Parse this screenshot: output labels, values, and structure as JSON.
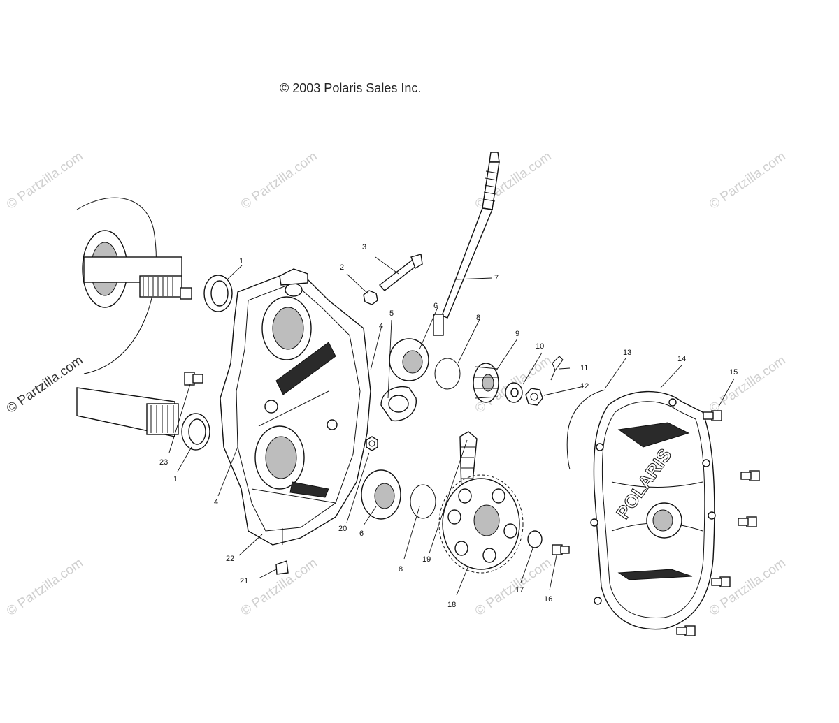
{
  "copyright": "© 2003 Polaris Sales Inc.",
  "watermark": "© Partzilla.com",
  "logo_text": "POLARIS",
  "callouts": [
    "1",
    "2",
    "3",
    "4",
    "5",
    "6",
    "7",
    "8",
    "9",
    "10",
    "11",
    "12",
    "13",
    "14",
    "15",
    "16",
    "17",
    "18",
    "19",
    "20",
    "21",
    "22",
    "23",
    "1",
    "4",
    "6",
    "8"
  ]
}
